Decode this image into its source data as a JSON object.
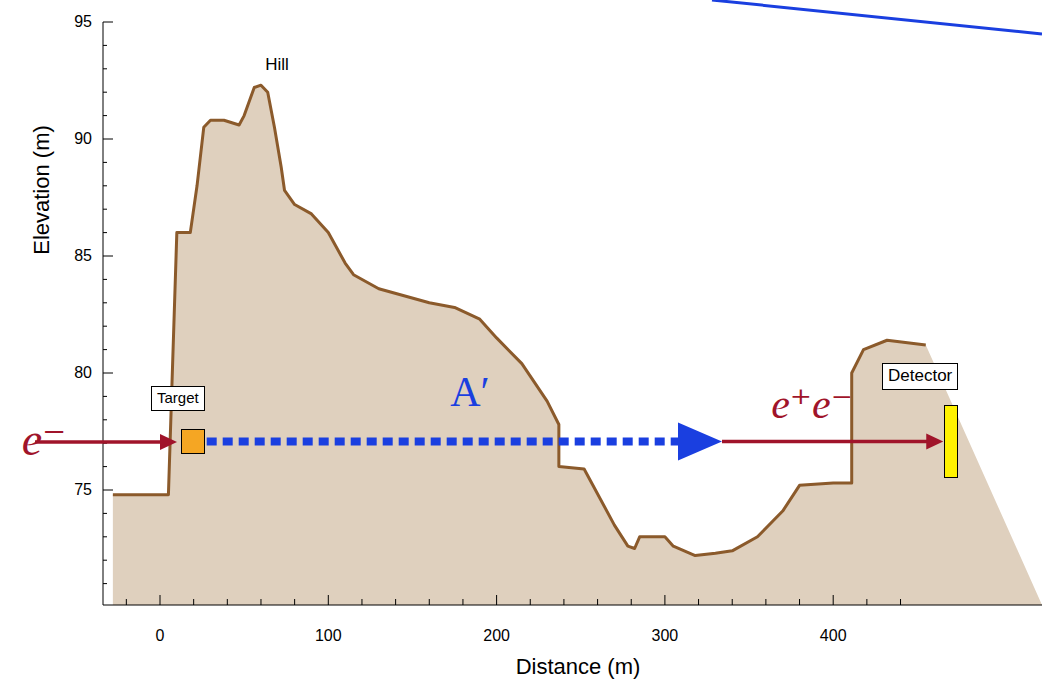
{
  "diagram": {
    "nodes": [
      {
        "text": [
          "Target"
        ]
      },
      {
        "text": [
          "Detector"
        ]
      }
    ],
    "edges": [
      {
        "from": 0,
        "to": 1,
        "arrow": "to",
        "label": "A′"
      }
    ],
    "labels": [
      "Hill",
      "95",
      "90",
      "85",
      "80",
      "75",
      "0",
      "100",
      "200",
      "300",
      "400",
      "Elevation (m)",
      "Distance (m)",
      "e⁻",
      "e⁺e⁻"
    ]
  }
}
